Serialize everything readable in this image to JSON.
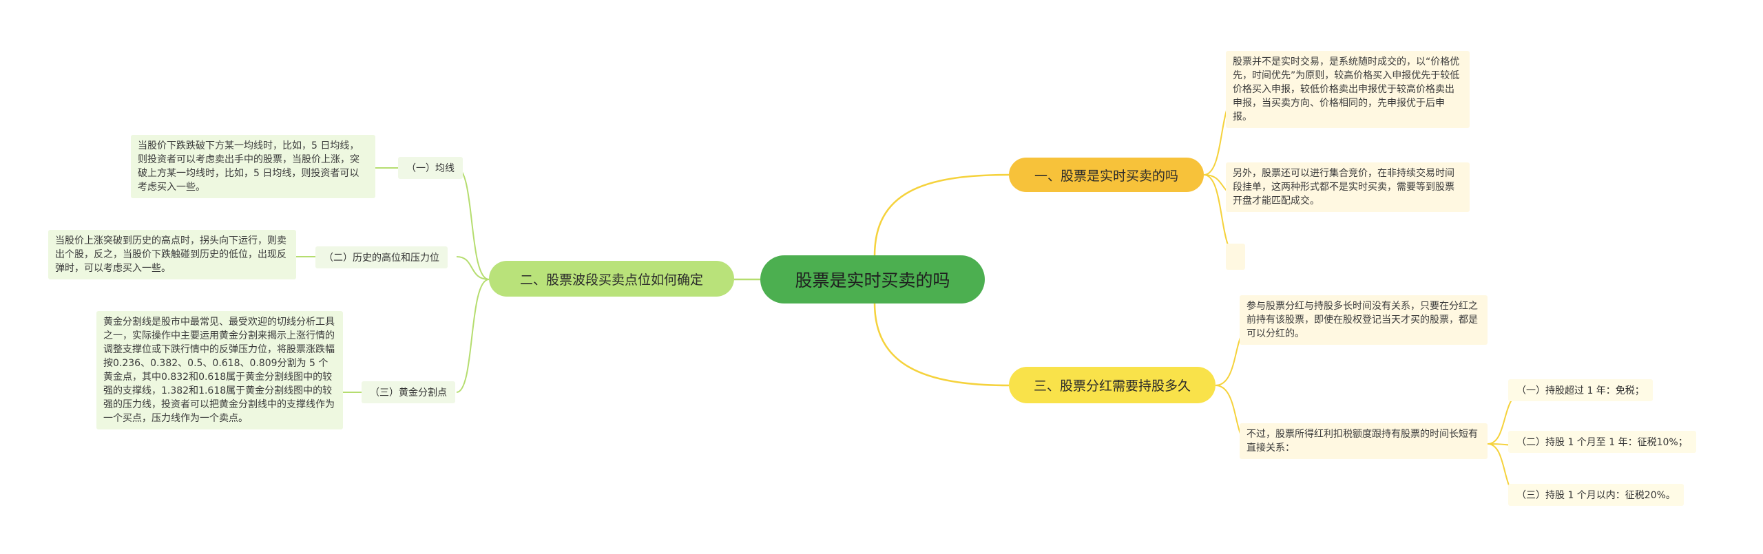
{
  "root": {
    "label": "股票是实时买卖的吗"
  },
  "branches": [
    {
      "label": "一、股票是实时买卖的吗",
      "notes": [
        "股票并不是实时交易，是系统随时成交的，以“价格优先，时间优先”为原则，较高价格买入申报优先于较低价格买入申报，较低价格卖出申报优于较高价格卖出申报，当买卖方向、价格相同的，先申报优于后申报。",
        "另外，股票还可以进行集合竞价，在非持续交易时间段挂单，这两种形式都不是实时买卖，需要等到股票开盘才能匹配成交。",
        ""
      ]
    },
    {
      "label": "二、股票波段买卖点位如何确定",
      "items": [
        {
          "label": "（一）均线",
          "note": "当股价下跌跌破下方某一均线时，比如，5 日均线，则投资者可以考虑卖出手中的股票，当股价上涨，突破上方某一均线时，比如，5 日均线，则投资者可以考虑买入一些。"
        },
        {
          "label": "（二）历史的高位和压力位",
          "note": "当股价上涨突破到历史的高点时，拐头向下运行，则卖出个股，反之，当股价下跌触碰到历史的低位，出现反弹时，可以考虑买入一些。"
        },
        {
          "label": "（三）黄金分割点",
          "note": "黄金分割线是股市中最常见、最受欢迎的切线分析工具之一，实际操作中主要运用黄金分割来揭示上涨行情的调整支撑位或下跌行情中的反弹压力位，将股票涨跌幅按0.236、0.382、0.5、0.618、0.809分割为 5 个黄金点，其中0.832和0.618属于黄金分割线图中的较强的支撑线，1.382和1.618属于黄金分割线图中的较强的压力线，投资者可以把黄金分割线中的支撑线作为一个买点，压力线作为一个卖点。"
        }
      ]
    },
    {
      "label": "三、股票分红需要持股多久",
      "notes": [
        "参与股票分红与持股多长时间没有关系，只要在分红之前持有该股票，即使在股权登记当天才买的股票，都是可以分红的。",
        "不过，股票所得红利扣税额度跟持有股票的时间长短有直接关系："
      ],
      "items": [
        "（一）持股超过 1 年：免税；",
        "（二）持股 1 个月至 1 年：征税10%；",
        "（三）持股 1 个月以内：征税20%。"
      ]
    }
  ],
  "colors": {
    "root": "#4caf50",
    "branch1": "#f7c23a",
    "branch2": "#b9e27a",
    "branch3": "#f9e24a",
    "edge_yellow": "#f5d23c",
    "edge_green": "#b5dd6f"
  }
}
